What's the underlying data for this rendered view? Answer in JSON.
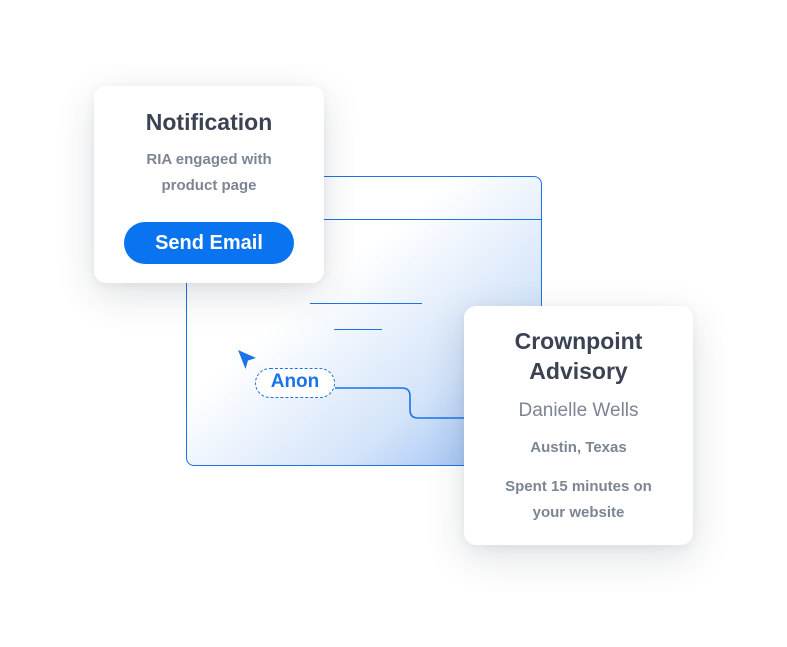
{
  "notification": {
    "title": "Notification",
    "message_line1": "RIA engaged with",
    "message_line2": "product page",
    "button_label": "Send Email"
  },
  "visitor": {
    "tag_label": "Anon"
  },
  "profile": {
    "company_line1": "Crownpoint",
    "company_line2": "Advisory",
    "person": "Danielle Wells",
    "location": "Austin, Texas",
    "activity_line1": "Spent 15 minutes on",
    "activity_line2": "your website"
  },
  "colors": {
    "accent": "#1a73e8",
    "button": "#0a74f0",
    "title_text": "#3b4252",
    "muted_text": "#7d8593"
  },
  "icons": {
    "pointer": "cursor-arrow-icon"
  }
}
